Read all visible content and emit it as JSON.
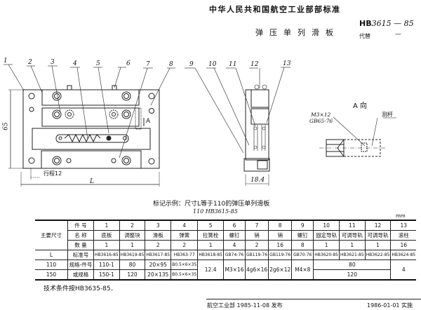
{
  "header": {
    "organization": "中华人民共和国航空工业部部标准",
    "title": "弹压单列滑板",
    "code_prefix": "HB",
    "code_number": "3615",
    "code_year": "— 85",
    "replaces_label": "代替",
    "replaces_value": "—"
  },
  "drawing": {
    "callouts": [
      "1",
      "2",
      "3",
      "4",
      "5",
      "6",
      "7",
      "8",
      "9",
      "10",
      "11",
      "12",
      "13"
    ],
    "dim_height": "65",
    "dim_length": "L",
    "dim_stroke": "行程12",
    "dim_width": "18.4",
    "view_marker": "A",
    "view_title": "A 向",
    "screw_spec_line1": "M3×12",
    "screw_spec_line2": "GB65-76",
    "rod_label": "测杆"
  },
  "example": {
    "line1": "标记示例：尺寸L等于110的弹压单列滑板",
    "line2": "110   HB3615-85"
  },
  "table": {
    "unit": "mm",
    "main_dim_label": "主要尺寸",
    "row_labels": {
      "part_no": "件  号",
      "name": "名  称",
      "qty": "数  量",
      "std": "标准号",
      "spec1": "规格-件号",
      "spec2": "或规格"
    },
    "L_label": "L",
    "sizes": [
      "110",
      "150"
    ],
    "parts": [
      {
        "no": "1",
        "name": "底板",
        "qty": "1",
        "std": "HB3616-85",
        "v110": "110-1",
        "v150": "150-1"
      },
      {
        "no": "2",
        "name": "调整块",
        "qty": "1",
        "std": "HB3619-85",
        "v110": "80",
        "v150": "120"
      },
      {
        "no": "3",
        "name": "滑板",
        "qty": "2",
        "std": "HB3617-85",
        "v110": "20×95",
        "v150": "20×135"
      },
      {
        "no": "4",
        "name": "弹簧",
        "qty": "2",
        "std": "HB363-77",
        "v110": "B0.5×6×35",
        "v150": "B0.5×6×35"
      },
      {
        "no": "5",
        "name": "拉簧栓",
        "qty": "1",
        "std": "HB3618-85",
        "v_common": "12.4"
      },
      {
        "no": "6",
        "name": "螺钉",
        "qty": "4",
        "std": "GB74-76",
        "v_common": "M3×16"
      },
      {
        "no": "7",
        "name": "销",
        "qty": "2",
        "std": "GB119-76",
        "v_common": "4g6×16"
      },
      {
        "no": "8",
        "name": "销",
        "qty": "16",
        "std": "GB119-76",
        "v_common": "2g6×12"
      },
      {
        "no": "9",
        "name": "螺钉",
        "qty": "8",
        "std": "GB70-76",
        "v_common": "M4×8"
      },
      {
        "no": "10",
        "name": "固定导轨",
        "qty": "1",
        "std": "HB3620-85"
      },
      {
        "no": "11",
        "name": "可调导轨",
        "qty": "1",
        "std": "HB3621-85",
        "v110": "80",
        "v150": "120"
      },
      {
        "no": "12",
        "name": "可调导轨",
        "qty": "1",
        "std": "HB3622-85"
      },
      {
        "no": "13",
        "name": "滚柱",
        "qty": "16",
        "std": "HB3624-85",
        "v_common": "4"
      }
    ]
  },
  "note": "技术条件按HB3635-85．",
  "footer": {
    "issued": "航空工业部 1985-11-08 发布",
    "effective": "1986-01-01 实施"
  }
}
